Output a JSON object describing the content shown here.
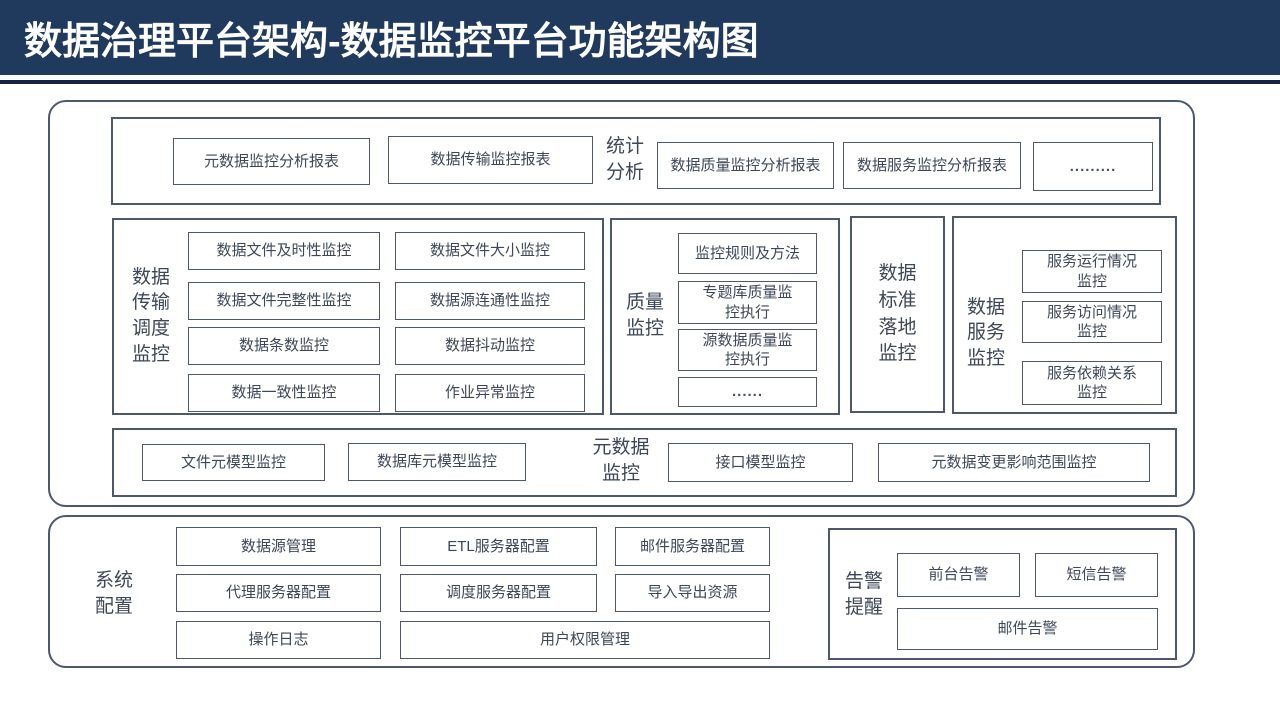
{
  "title": "数据治理平台架构-数据监控平台功能架构图",
  "colors": {
    "header_bg": "#1f3a5c",
    "divider": "#14224a",
    "box_border": "#4f586a",
    "text": "#3d4757",
    "title_text": "#ffffff",
    "background": "#ffffff"
  },
  "stats": {
    "label": "统计分析",
    "items": [
      "元数据监控分析报表",
      "数据传输监控报表",
      "数据质量监控分析报表",
      "数据服务监控分析报表",
      "........."
    ]
  },
  "transport": {
    "label": "数据传输调度监控",
    "col1": [
      "数据文件及时性监控",
      "数据文件完整性监控",
      "数据条数监控",
      "数据一致性监控"
    ],
    "col2": [
      "数据文件大小监控",
      "数据源连通性监控",
      "数据抖动监控",
      "作业异常监控"
    ]
  },
  "quality": {
    "label": "质量监控",
    "items": [
      "监控规则及方法",
      "专题库质量监控执行",
      "源数据质量监控执行",
      "......"
    ]
  },
  "standard": {
    "label": "数据标准落地监控"
  },
  "service": {
    "label": "数据服务监控",
    "items": [
      "服务运行情况监控",
      "服务访问情况监控",
      "服务依赖关系监控"
    ]
  },
  "metadata": {
    "label": "元数据监控",
    "items": [
      "文件元模型监控",
      "数据库元模型监控",
      "接口模型监控",
      "元数据变更影响范围监控"
    ]
  },
  "system": {
    "label": "系统配置",
    "row1": [
      "数据源管理",
      "ETL服务器配置",
      "邮件服务器配置"
    ],
    "row2": [
      "代理服务器配置",
      "调度服务器配置",
      "导入导出资源"
    ],
    "row3": [
      "操作日志",
      "用户权限管理"
    ]
  },
  "alert": {
    "label": "告警提醒",
    "items": [
      "前台告警",
      "短信告警",
      "邮件告警"
    ]
  }
}
